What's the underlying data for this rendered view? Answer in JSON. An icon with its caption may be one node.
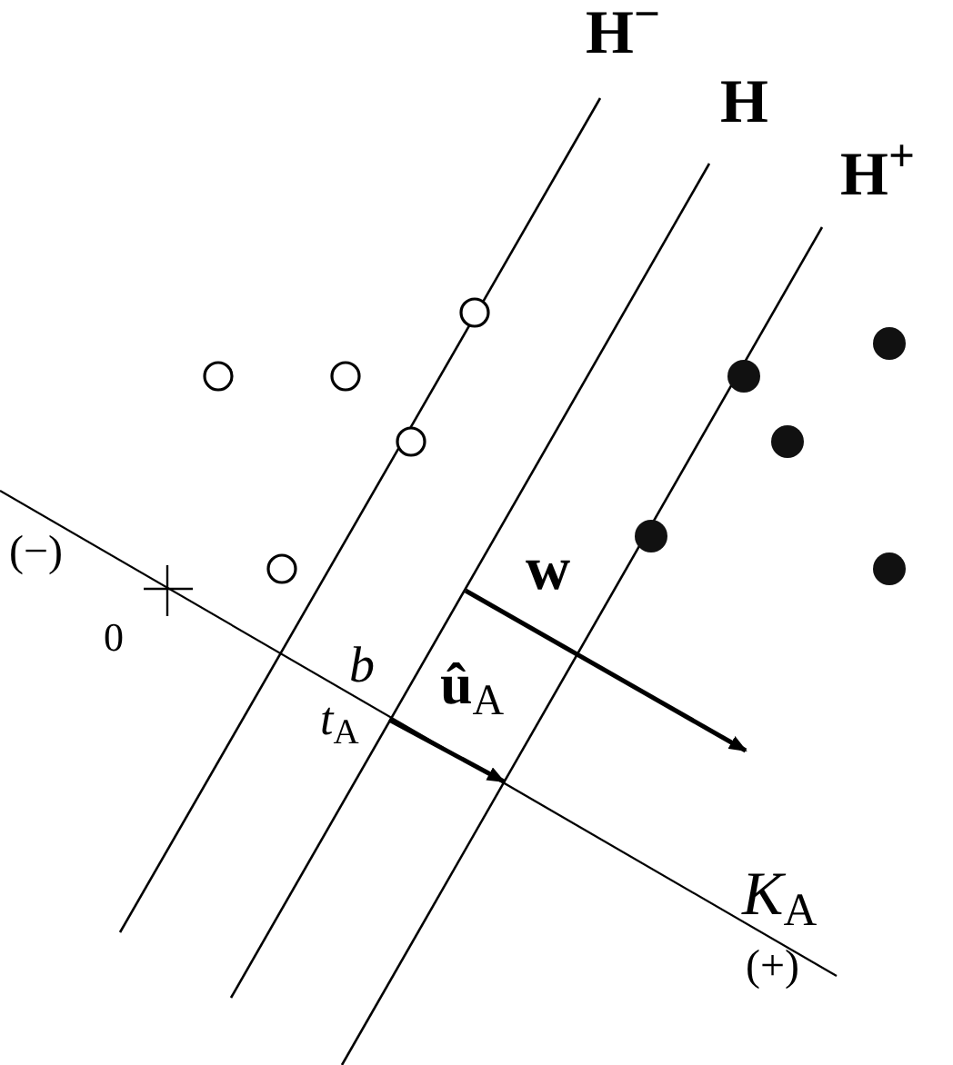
{
  "diagram": {
    "labels": [
      "H$^{−}$",
      "H",
      "H$^{+}$",
      "(−)",
      "0",
      "w",
      "b",
      "**û**$_{A}$",
      "*t*$_{A}$",
      "*K*$_{A}$",
      "(+)"
    ]
  }
}
